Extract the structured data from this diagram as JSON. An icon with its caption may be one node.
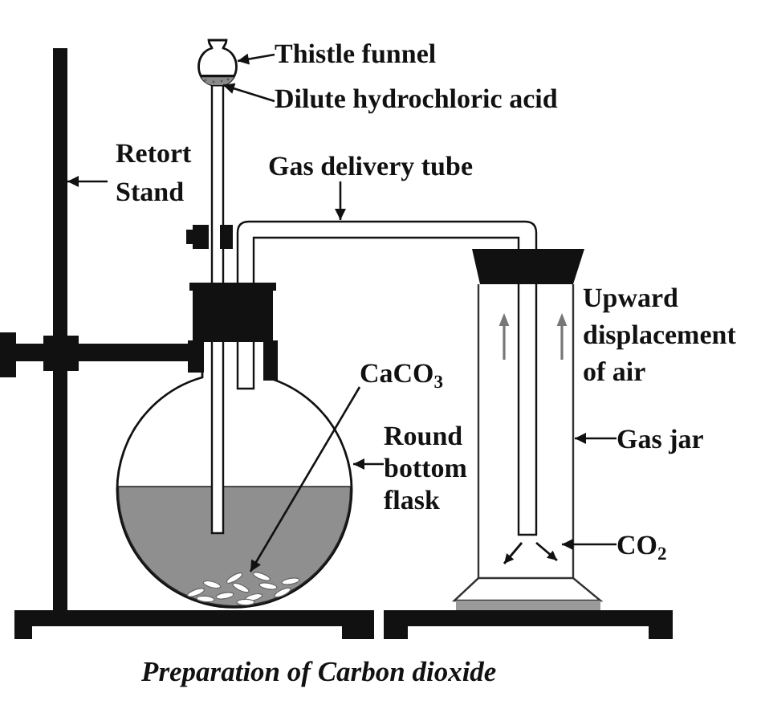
{
  "diagram": {
    "caption": "Preparation of Carbon dioxide",
    "nodes": [
      {
        "text": [
          "Thistle funnel"
        ]
      },
      {
        "text": [
          "Dilute hydrochloric acid"
        ]
      },
      {
        "text": [
          "Retort Stand"
        ]
      },
      {
        "text": [
          "Gas delivery tube"
        ]
      },
      {
        "text": [
          "CaCO$_{3}$"
        ]
      },
      {
        "text": [
          "Round bottom flask"
        ]
      },
      {
        "text": [
          "Gas jar"
        ]
      },
      {
        "text": [
          "CO$_{2}$"
        ]
      },
      {
        "text": [],
        "shape": "picture"
      },
      {
        "text": [],
        "shape": "picture",
        "in": 8
      },
      {
        "text": [],
        "shape": "picture"
      },
      {
        "text": [],
        "shape": "picture"
      },
      {
        "text": [],
        "shape": "picture"
      },
      {
        "text": [],
        "shape": "picture",
        "in": 12
      },
      {
        "text": [],
        "shape": "picture"
      },
      {
        "text": [],
        "shape": "picture",
        "in": 14
      },
      {
        "text": [],
        "shape": "bar"
      },
      {
        "text": [],
        "shape": "bar"
      }
    ],
    "edges": [
      {
        "from": 0,
        "to": 8,
        "arrow": "to"
      },
      {
        "from": 1,
        "to": 9,
        "arrow": "to"
      },
      {
        "from": 2,
        "to": 10,
        "arrow": "to"
      },
      {
        "from": 3,
        "to": 11,
        "arrow": "to"
      },
      {
        "from": 4,
        "to": 13,
        "arrow": "to"
      },
      {
        "from": 5,
        "to": 12,
        "arrow": "to"
      },
      {
        "from": 6,
        "to": 14,
        "arrow": "to"
      },
      {
        "from": 7,
        "to": 15,
        "arrow": "to"
      }
    ],
    "labels": [
      "Upward displacement of air"
    ]
  }
}
